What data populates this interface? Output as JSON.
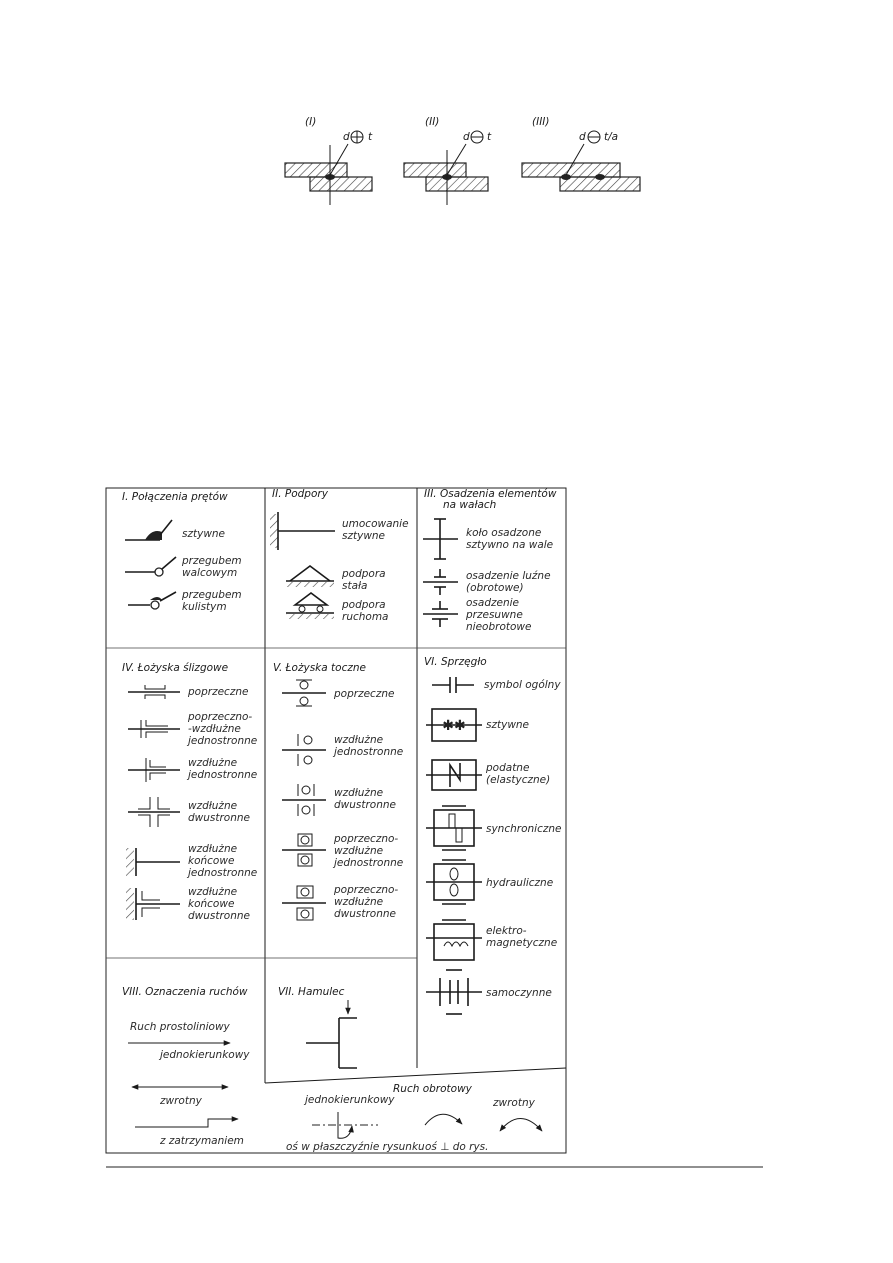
{
  "fig_top": {
    "panels": [
      {
        "roman": "(I)",
        "symbol": "d",
        "suffix": "t"
      },
      {
        "roman": "(II)",
        "symbol": "d",
        "suffix": "t"
      },
      {
        "roman": "(III)",
        "symbol": "d",
        "suffix": "t/a"
      }
    ]
  },
  "table": {
    "s1": {
      "title": "I. Połączenia prętów",
      "items": [
        "sztywne",
        "przegubem",
        "walcowym",
        "przegubem",
        "kulistym"
      ]
    },
    "s2": {
      "title": "II. Podpory",
      "items": [
        "umocowanie",
        "sztywne",
        "podpora",
        "stała",
        "podpora",
        "ruchoma"
      ]
    },
    "s3": {
      "title": "III. Osadzenia elementów",
      "title2": "na wałach",
      "items": [
        "koło osadzone",
        "sztywno na wale",
        "osadzenie luźne",
        "(obrotowe)",
        "osadzenie",
        "przesuwne",
        "nieobrotowe"
      ]
    },
    "s4": {
      "title": "IV. Łożyska ślizgowe",
      "items": [
        "poprzeczne",
        "poprzeczno-",
        "-wzdłużne",
        "jednostronne",
        "wzdłużne",
        "jednostronne",
        "wzdłużne",
        "dwustronne",
        "wzdłużne",
        "końcowe",
        "jednostronne",
        "wzdłużne",
        "końcowe",
        "dwustronne"
      ]
    },
    "s5": {
      "title": "V. Łożyska toczne",
      "items": [
        "poprzeczne",
        "wzdłużne",
        "jednostronne",
        "wzdłużne",
        "dwustronne",
        "poprzeczno-",
        "wzdłużne",
        "jednostronne",
        "poprzeczno-",
        "wzdłużne",
        "dwustronne"
      ]
    },
    "s6": {
      "title": "VI. Sprzęgło",
      "items": [
        "symbol ogólny",
        "sztywne",
        "podatne",
        "(elastyczne)",
        "synchroniczne",
        "hydrauliczne",
        "elektro-",
        "magnetyczne",
        "samoczynne"
      ]
    },
    "s7": {
      "title": "VII. Hamulec"
    },
    "s8": {
      "title": "VIII. Oznaczenia ruchów",
      "items": [
        "Ruch prostoliniowy",
        "jednokierunkowy",
        "zwrotny",
        "z zatrzymaniem"
      ]
    },
    "rot": {
      "title": "Ruch obrotowy",
      "items": [
        "jednokierunkowy",
        "zwrotny",
        "oś w płaszczyźnie rysunku",
        "oś ⊥ do rys."
      ]
    }
  }
}
